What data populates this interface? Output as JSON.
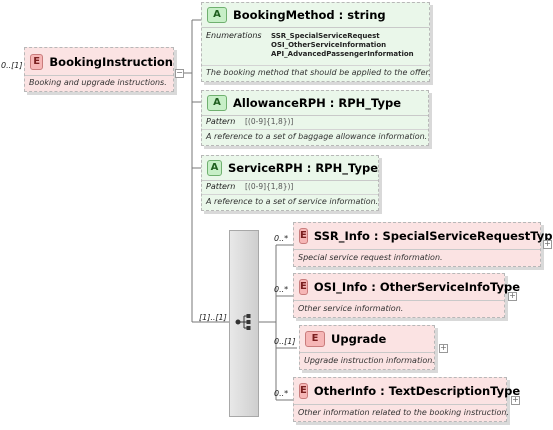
{
  "root": {
    "cardinality": "0..[1]",
    "badge": "E",
    "title": "BookingInstruction",
    "doc": "Booking and upgrade instructions."
  },
  "attributes": [
    {
      "badge": "A",
      "title": "BookingMethod : string",
      "facet_label": "Enumerations",
      "facet_values": [
        "SSR_SpecialServiceRequest",
        "OSI_OtherServiceInformation",
        "API_AdvancedPassengerInformation"
      ],
      "doc": "The booking method that should be applied to the offer."
    },
    {
      "badge": "A",
      "title": "AllowanceRPH : RPH_Type",
      "facet_label": "Pattern",
      "facet_values": [
        "[(0-9]{1,8})]"
      ],
      "doc": "A reference to a set of baggage allowance information."
    },
    {
      "badge": "A",
      "title": "ServiceRPH : RPH_Type",
      "facet_label": "Pattern",
      "facet_values": [
        "[(0-9]{1,8})]"
      ],
      "doc": "A reference to a set of service information."
    }
  ],
  "sequence": {
    "cardinality": "[1]..[1]"
  },
  "children": [
    {
      "cardinality": "0..*",
      "badge": "E",
      "title": "SSR_Info : SpecialServiceRequestType",
      "doc": "Special service request information."
    },
    {
      "cardinality": "0..*",
      "badge": "E",
      "title": "OSI_Info : OtherServiceInfoType",
      "doc": "Other service information."
    },
    {
      "cardinality": "0..[1]",
      "badge": "E",
      "title": "Upgrade",
      "doc": "Upgrade instruction information."
    },
    {
      "cardinality": "0..*",
      "badge": "E",
      "title": "OtherInfo : TextDescriptionType",
      "doc": "Other information related to the booking instruction."
    }
  ],
  "icons": {
    "expand": "plus-icon",
    "collapse": "minus-icon",
    "sequence": "sequence-icon"
  },
  "colors": {
    "element_fill": "#fbe3e3",
    "attribute_fill": "#eaf7ea",
    "element_badge": "#f6b6b6",
    "attribute_badge": "#c7efc7"
  }
}
